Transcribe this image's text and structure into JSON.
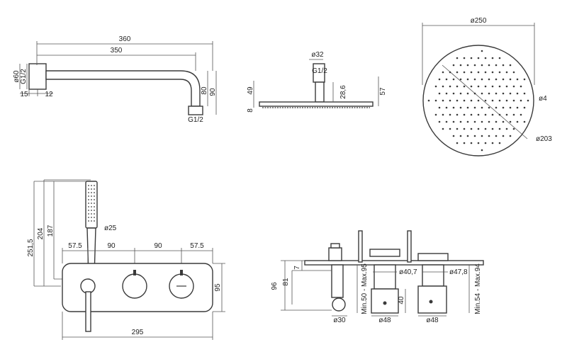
{
  "arm": {
    "len_360": "360",
    "len_350": "350",
    "dia_60": "ø60",
    "thread_g12_a": "G1/2",
    "w_15": "15",
    "w_12": "12",
    "h_80": "80",
    "h_90": "90",
    "thread_g12_b": "G1/2"
  },
  "head_side": {
    "dia_32": "ø32",
    "thread": "G1/2",
    "h_49": "49",
    "h_8": "8",
    "h_286": "28,6",
    "h_57": "57"
  },
  "head_top": {
    "dia_250": "ø250",
    "dia_4": "ø4",
    "dia_203": "ø203"
  },
  "mixer": {
    "h_2515": "251,5",
    "h_204": "204",
    "h_187": "187",
    "dia_25": "ø25",
    "w_575_a": "57.5",
    "w_90_a": "90",
    "w_90_b": "90",
    "w_575_b": "57.5",
    "h_95": "95",
    "w_295": "295"
  },
  "section": {
    "h_7": "7",
    "h_96": "96",
    "h_81": "81",
    "range_a": "Min.50 - Max.95",
    "dia_407": "ø40,7",
    "h_40": "40",
    "dia_478": "ø47,8",
    "range_b": "Min.54 - Max.94",
    "dia_30": "ø30",
    "dia_48_a": "ø48",
    "dia_48_b": "ø48"
  }
}
